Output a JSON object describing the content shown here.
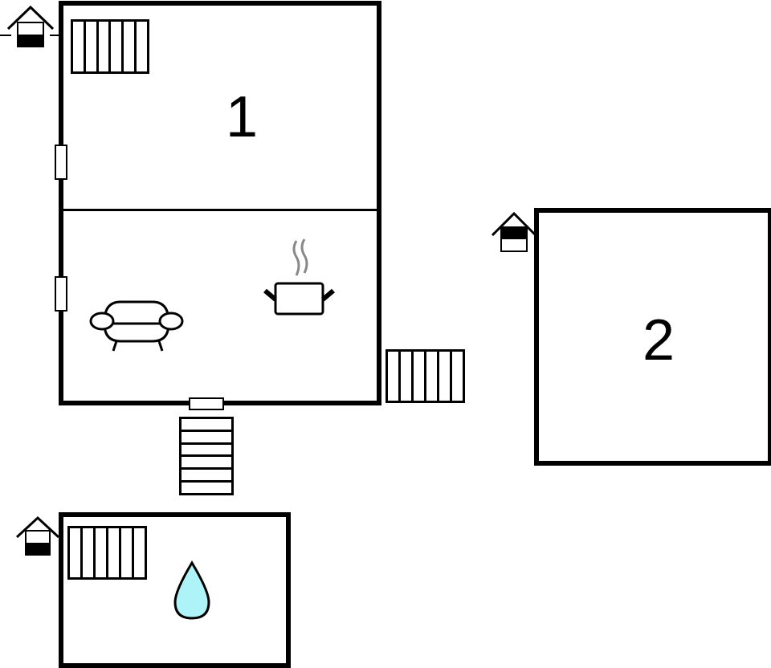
{
  "floorplan": {
    "buildings": [
      {
        "id": "building-1",
        "label": "1",
        "rooms": [
          "upper-room",
          "living-kitchen"
        ],
        "icons": [
          "entrance-house-icon",
          "staircase-icon",
          "sofa-icon",
          "cooking-pot-icon"
        ]
      },
      {
        "id": "building-2",
        "label": "2",
        "icons": [
          "entrance-house-icon"
        ]
      },
      {
        "id": "building-3",
        "label": "",
        "icons": [
          "entrance-house-icon",
          "staircase-icon",
          "water-drop-icon"
        ]
      }
    ],
    "colors": {
      "wall": "#000000",
      "background": "#ffffff",
      "water_drop_fill": "#aef3f8",
      "steam": "#888888"
    }
  }
}
